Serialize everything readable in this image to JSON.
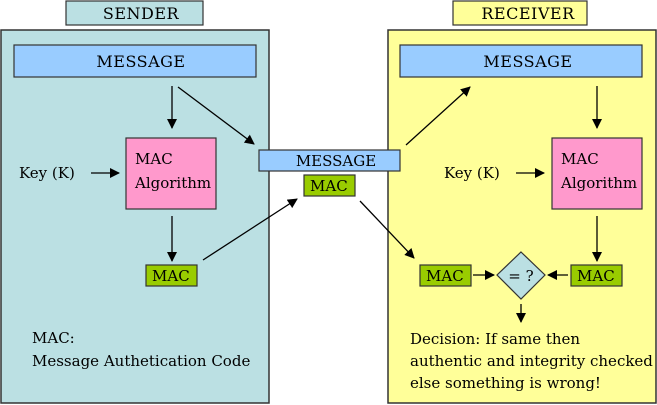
{
  "colors": {
    "sender_bg": "#bbe0e3",
    "receiver_bg": "#ffff99",
    "message_fill": "#99ccff",
    "mac_algo_fill": "#ff99cc",
    "mac_fill": "#99cc00",
    "decision_fill": "#bbe0e3",
    "border": "#333333"
  },
  "sender": {
    "title": "SENDER",
    "message": "MESSAGE",
    "key_label": "Key (K)",
    "algo_line1": "MAC",
    "algo_line2": "Algorithm",
    "mac": "MAC",
    "note_line1": "MAC:",
    "note_line2": "Message Authetication Code"
  },
  "channel": {
    "message": "MESSAGE",
    "mac": "MAC"
  },
  "receiver": {
    "title": "RECEIVER",
    "message": "MESSAGE",
    "key_label": "Key (K)",
    "algo_line1": "MAC",
    "algo_line2": "Algorithm",
    "mac_received": "MAC",
    "mac_computed": "MAC",
    "compare": "= ?",
    "decision_line1": "Decision: If same then",
    "decision_line2": "authentic and integrity checked",
    "decision_line3": "else something is wrong!"
  }
}
